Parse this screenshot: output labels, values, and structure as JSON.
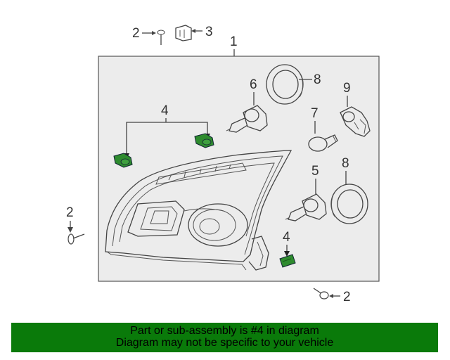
{
  "callouts": {
    "frame": "1",
    "screw_top": "2",
    "screw_left": "2",
    "screw_bottom": "2",
    "clip_top": "3",
    "bracket_group": "4",
    "bracket_single": "4",
    "bulb_low": "5",
    "bulb_high": "6",
    "bulb_side": "7",
    "cap_top": "8",
    "cap_mid": "8",
    "socket": "9"
  },
  "banner": {
    "line1": "Part or sub-assembly is #4 in diagram",
    "line2": "Diagram may not be specific to your vehicle"
  },
  "colors": {
    "banner_bg": "#0a7a0a",
    "highlight_part": "#2e8b2e",
    "frame_fill": "#ececec"
  }
}
